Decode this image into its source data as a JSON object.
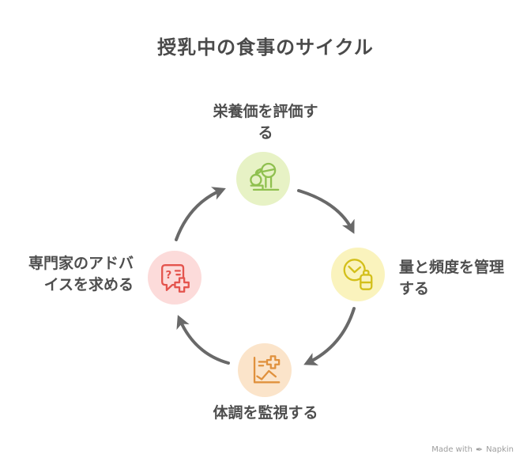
{
  "title": "授乳中の食事のサイクル",
  "nodes": {
    "evaluate": {
      "label": "栄養価を評価す\nる",
      "icon": "kitchen-scale-apple-icon",
      "circle_fill": "#e7f2c5",
      "icon_color": "#8fc04f"
    },
    "manage": {
      "label": "量と頻度を管理\nする",
      "icon": "clock-baby-bottle-icon",
      "circle_fill": "#faf3bd",
      "icon_color": "#d3bf1a"
    },
    "monitor": {
      "label": "体調を監視する",
      "icon": "health-chart-cross-icon",
      "circle_fill": "#fbe4ca",
      "icon_color": "#e0913d"
    },
    "advice": {
      "label": "専門家のアドバ\nイスを求める",
      "icon": "chat-bubble-medical-cross-icon",
      "circle_fill": "#fcdbda",
      "icon_color": "#e4544d"
    }
  },
  "arrows": {
    "direction": "clockwise",
    "count": 4,
    "color": "#696969"
  },
  "watermark": {
    "made_with": "Made with",
    "brand": "Napkin"
  },
  "colors": {
    "background": "#ffffff",
    "title_text": "#4a4a4a",
    "label_text": "#4e4e4e"
  }
}
